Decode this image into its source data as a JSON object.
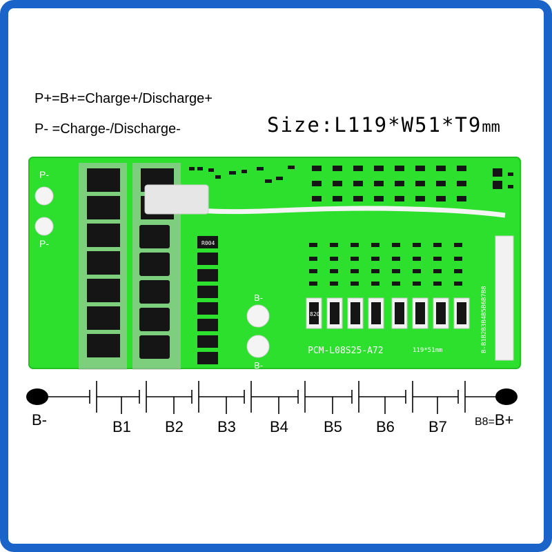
{
  "texts": {
    "p_plus": "P+=B+=Charge+/Discharge+",
    "p_minus": "P- =Charge-/Discharge-",
    "size_prefix": "Size:L119*W51*T9",
    "size_unit": "mm"
  },
  "board": {
    "pad_label_p_top": "P-",
    "pad_label_p_bottom": "P-",
    "pad_label_b_top": "B-",
    "pad_label_b_bottom": "B-",
    "resistor_label": "R004",
    "cap_label": "820",
    "model": "PCM-L08S25-A72",
    "dims": "119*51mm",
    "connector_label": "B-B1B2B3B4B5B6B7B8"
  },
  "cells": {
    "left_terminal": "B-",
    "labels": [
      "B1",
      "B2",
      "B3",
      "B4",
      "B5",
      "B6",
      "B7"
    ],
    "last_prefix": "B8=",
    "last_suffix": "B+"
  },
  "colors": {
    "frame": "#1a63c9",
    "board": "#2ee02e",
    "mosfet": "#111111"
  }
}
